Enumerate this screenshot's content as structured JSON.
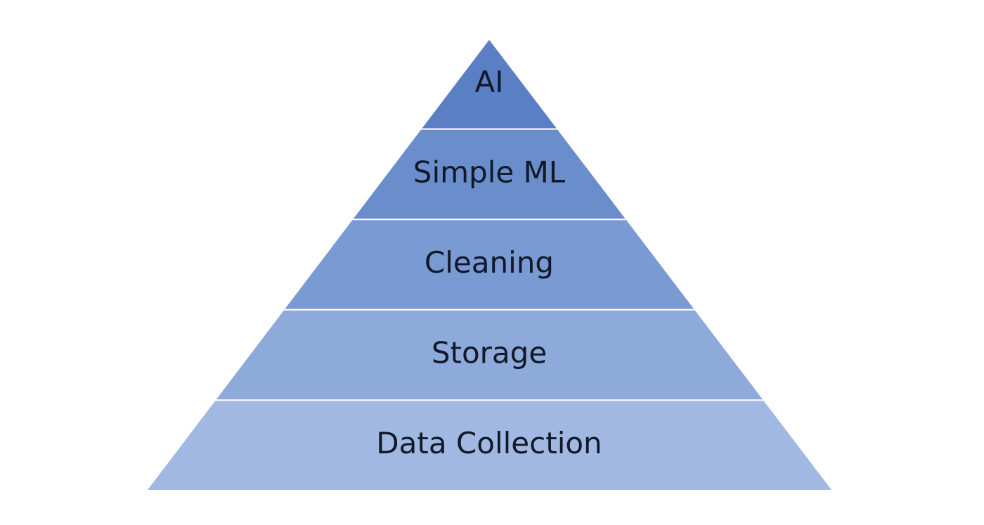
{
  "pyramid": {
    "tiers": [
      {
        "label": "AI",
        "color": "#5b7fc5"
      },
      {
        "label": "Simple ML",
        "color": "#6a8dcc"
      },
      {
        "label": "Cleaning",
        "color": "#7a9ad3"
      },
      {
        "label": "Storage",
        "color": "#8eaadb"
      },
      {
        "label": "Data Collection",
        "color": "#a1b9e2"
      }
    ]
  }
}
